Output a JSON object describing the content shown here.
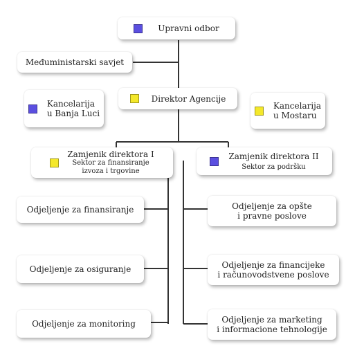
{
  "colors": {
    "blue_marker": "#5b4fe0",
    "yellow_marker": "#f4e82a",
    "line": "#333333"
  },
  "nodes": {
    "upravni_odbor": "Upravni odbor",
    "savjet": "Međuministarski savjet",
    "direktor": "Direktor Agencije",
    "banja_luka": {
      "line1": "Kancelarija",
      "line2": "u Banja Luci"
    },
    "mostar": {
      "line1": "Kancelarija",
      "line2": "u Mostaru"
    },
    "zamjenik1": {
      "title": "Zamjenik direktora I",
      "sub1": "Sektor za finansiranje",
      "sub2": "izvoza i trgovine"
    },
    "zamjenik2": {
      "title": "Zamjenik direktora II",
      "sub": "Sektor za podršku"
    },
    "left_depts": [
      "Odjeljenje za finansiranje",
      "Odjeljenje za osiguranje",
      "Odjeljenje za monitoring"
    ],
    "right_depts": [
      {
        "line1": "Odjeljenje za opšte",
        "line2": "i pravne poslove"
      },
      {
        "line1": "Odjeljenje za financijeke",
        "line2": "i računovodstvene poslove"
      },
      {
        "line1": "Odjeljenje za marketing",
        "line2": "i informacione tehnologije"
      }
    ]
  }
}
